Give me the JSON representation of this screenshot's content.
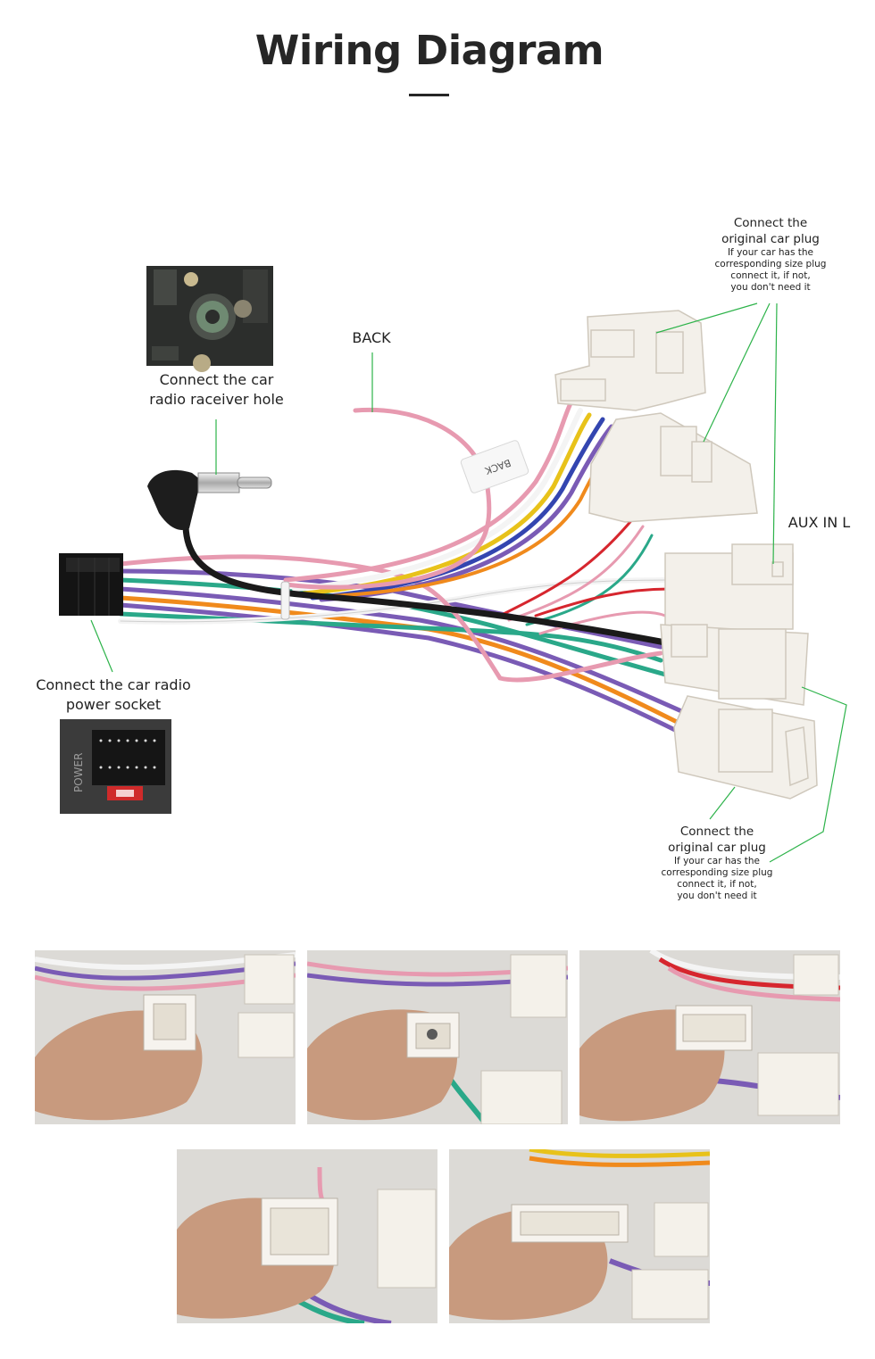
{
  "page": {
    "title": "Wiring Diagram"
  },
  "labels": {
    "antenna": "Connect the  car radio raceiver hole",
    "antenna_line1": "Connect the  car",
    "antenna_line2": "radio raceiver hole",
    "back": "BACK",
    "back_tag": "BACK",
    "aux": "AUX IN L",
    "power_line1": "Connect the car radio",
    "power_line2": "power socket",
    "power_socket_print": "POWER",
    "plug_top": {
      "heading_line1": "Connect the",
      "heading_line2": "original car plug",
      "note_line1": "If your car has the",
      "note_line2": "corresponding size plug",
      "note_line3": "connect it, if not,",
      "note_line4": "you don't need it"
    },
    "plug_bottom": {
      "heading_line1": "Connect the",
      "heading_line2": "original car plug",
      "note_line1": "If your car has the",
      "note_line2": "corresponding size plug",
      "note_line3": "connect it, if not,",
      "note_line4": "you don't need it"
    }
  },
  "colors": {
    "title": "#262626",
    "callout_line": "#2db34a",
    "wire_black": "#1a1a1a",
    "wire_pink": "#e79ab0",
    "wire_purple": "#7a5bb5",
    "wire_teal": "#2aa889",
    "wire_red": "#d6262e",
    "wire_orange": "#f08a1c",
    "wire_yellow": "#e8c21a",
    "wire_blue": "#3345b0",
    "wire_white": "#f4f4f4",
    "connector": "#f3f0ea"
  },
  "photos": [
    {
      "name": "photo-connector-1"
    },
    {
      "name": "photo-connector-2"
    },
    {
      "name": "photo-connector-3"
    },
    {
      "name": "photo-connector-4"
    },
    {
      "name": "photo-connector-5"
    }
  ]
}
